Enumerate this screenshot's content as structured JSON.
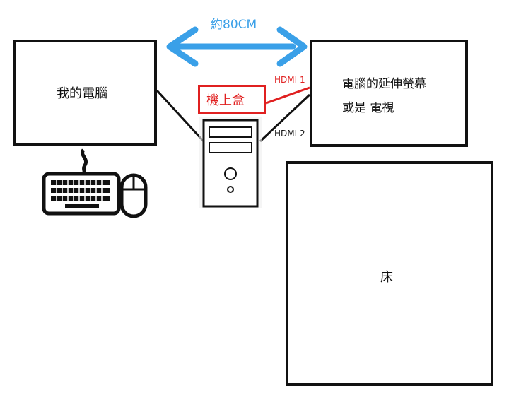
{
  "distance": {
    "label": "約80CM",
    "color": "#3aa0e8"
  },
  "my_computer": {
    "label": "我的電腦"
  },
  "extended_monitor": {
    "line1": "電腦的延伸螢幕",
    "line2": "或是 電視"
  },
  "set_top_box": {
    "label": "機上盒",
    "color": "#e02020"
  },
  "cables": {
    "hdmi1_label": "HDMI 1",
    "hdmi2_label": "HDMI 2",
    "hdmi1_color": "#e02020"
  },
  "bed": {
    "label": "床"
  },
  "icons": [
    "keyboard-icon",
    "mouse-icon",
    "computer-tower-icon",
    "double-arrow-icon"
  ]
}
